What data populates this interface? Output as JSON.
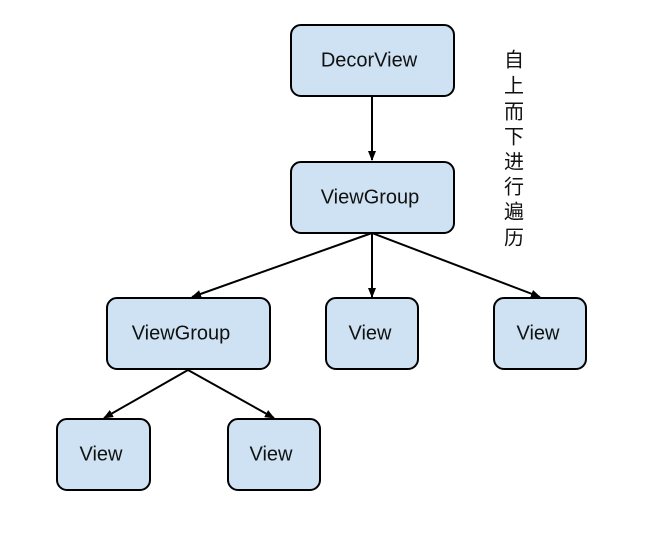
{
  "diagram": {
    "nodes": {
      "decor": {
        "label": "DecorView"
      },
      "group_top": {
        "label": "ViewGroup"
      },
      "group_left": {
        "label": "ViewGroup"
      },
      "view_mid": {
        "label": "View"
      },
      "view_right": {
        "label": "View"
      },
      "view_bottom_left": {
        "label": "View"
      },
      "view_bottom_right": {
        "label": "View"
      }
    },
    "side_note": {
      "chars": [
        "自",
        "上",
        "而",
        "下",
        "进",
        "行",
        "遍",
        "历"
      ]
    },
    "colors": {
      "node_fill": "#cfe2f3",
      "node_stroke": "#000000",
      "edge": "#000000"
    }
  }
}
